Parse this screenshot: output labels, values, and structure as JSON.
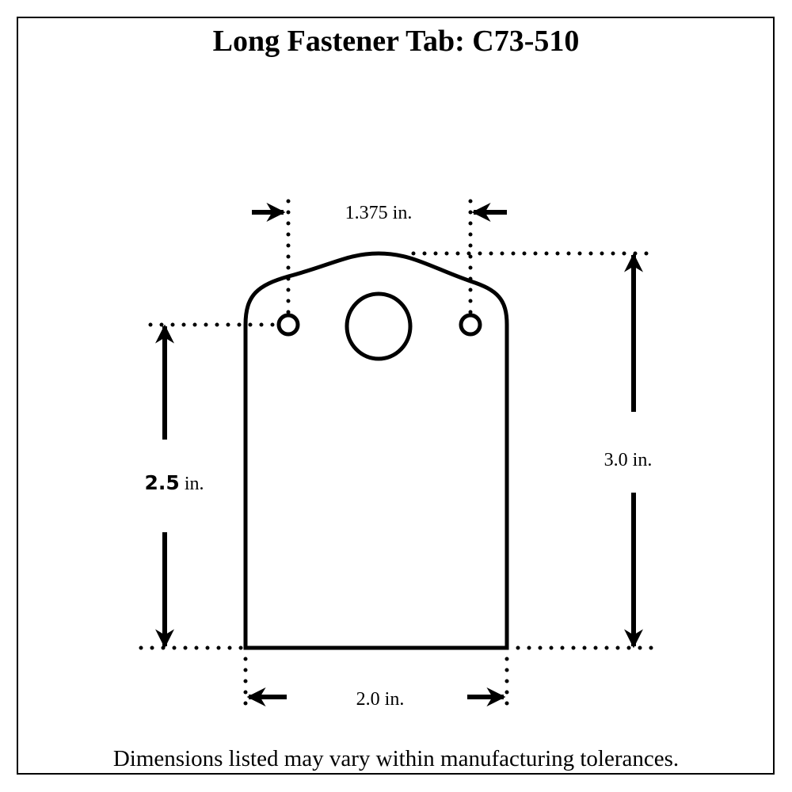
{
  "title": "Long Fastener Tab: C73-510",
  "dimensions": {
    "hole_spacing": "1.375 in.",
    "height_to_holes_value": "2.5",
    "height_to_holes_unit": " in.",
    "total_height": "3.0 in.",
    "width": "2.0 in."
  },
  "footer": "Dimensions listed may vary within manufacturing tolerances."
}
